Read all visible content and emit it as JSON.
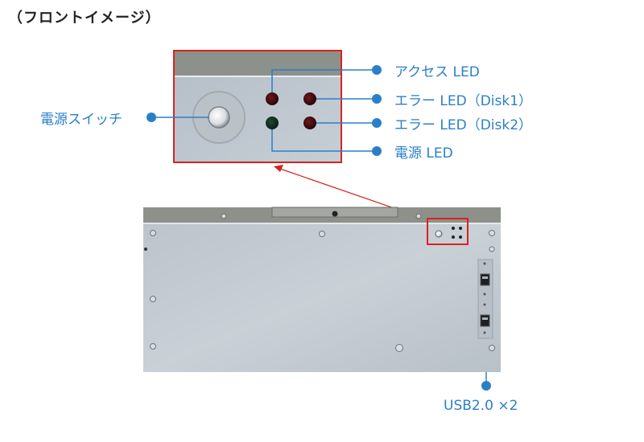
{
  "title": "（フロントイメージ）",
  "callouts": {
    "access_led": "アクセス LED",
    "error_led_disk1": "エラー LED（Disk1）",
    "error_led_disk2": "エラー LED（Disk2）",
    "power_led": "電源 LED",
    "power_switch": "電源スイッチ",
    "usb": "USB2.0 ×2"
  },
  "colors": {
    "callout": "#2a7fc9",
    "highlight": "#d9231d",
    "panel": "#c3cad1",
    "panel_top": "#8e918a"
  }
}
